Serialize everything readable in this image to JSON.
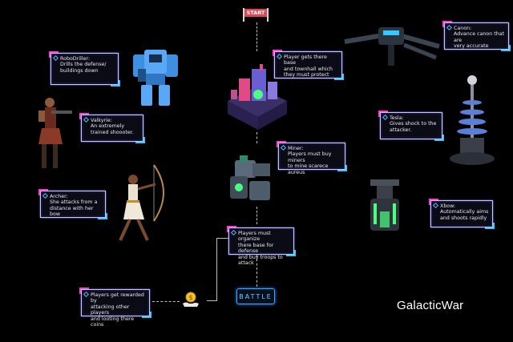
{
  "title": "GalacticWar",
  "start_label": "START",
  "battle_label": "BATTLE",
  "cards": {
    "robodriller": [
      "RoboDriller:",
      "Drills the defense/",
      "buildings down"
    ],
    "valkyrie": [
      "Valkyrie:",
      "An extremely",
      "trained shoooter."
    ],
    "archer": [
      "Archer:",
      "She attacks from a",
      "distance with her bow"
    ],
    "townhall": [
      "Player gets there base",
      "and townhall which",
      "they must protect"
    ],
    "miner": [
      "Miner:",
      "Players must buy miners",
      "to mine scarece aureus"
    ],
    "organize": [
      "Players must organize",
      "there base for defense",
      "and buy troops to attack"
    ],
    "rewarded": [
      "Players get rewarded by",
      "attacking other players",
      "and looting there coins"
    ],
    "canon": [
      "Canon:",
      "Advance canon that are",
      "very accurate"
    ],
    "tesla": [
      "Tesla:",
      "Gives shock to the",
      "attacker."
    ],
    "xbow": [
      "Xbow:",
      "Automatically aims",
      "and shoots rapidly"
    ]
  },
  "icons": [
    "robodriller-figure",
    "valkyrie-figure",
    "archer-figure",
    "townhall-building",
    "miner-machine",
    "canon-turret",
    "tesla-tower",
    "xbow-tower",
    "coin-hand-icon",
    "start-flag-icon"
  ],
  "colors": {
    "background": "#000000",
    "accent_pink": "#ff3fd2",
    "accent_blue": "#36c9ff",
    "battle_blue": "#39a8ff",
    "start_red": "#e04656"
  }
}
